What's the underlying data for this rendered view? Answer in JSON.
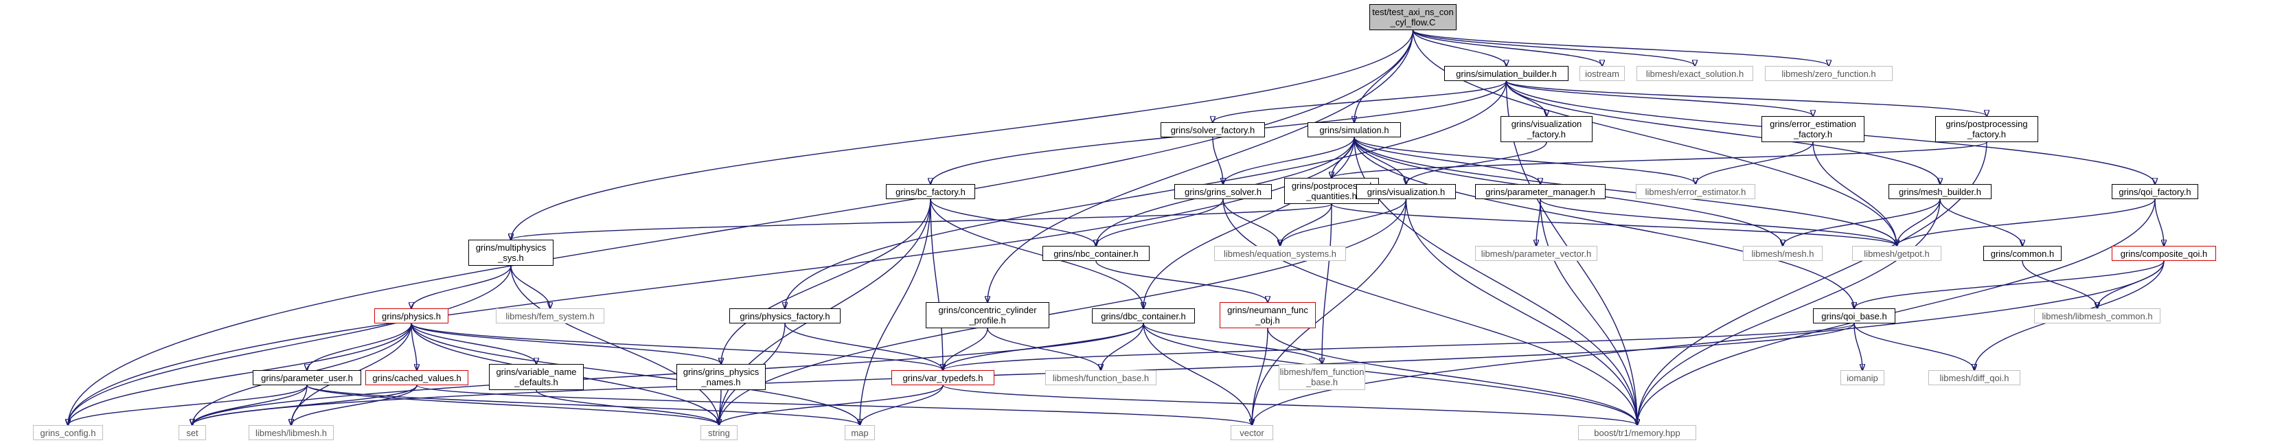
{
  "nodes": [
    {
      "id": "root",
      "label": "test/test_axi_ns_con\n_cyl_flow.C",
      "style": "root"
    },
    {
      "id": "simbuilder",
      "label": "grins/simulation_builder.h",
      "style": "black"
    },
    {
      "id": "iostream",
      "label": "iostream",
      "style": "grey"
    },
    {
      "id": "exact",
      "label": "libmesh/exact_solution.h",
      "style": "grey"
    },
    {
      "id": "zero",
      "label": "libmesh/zero_function.h",
      "style": "grey"
    },
    {
      "id": "solverfac",
      "label": "grins/solver_factory.h",
      "style": "black"
    },
    {
      "id": "simulation",
      "label": "grins/simulation.h",
      "style": "black"
    },
    {
      "id": "visfac",
      "label": "grins/visualization\n_factory.h",
      "style": "black"
    },
    {
      "id": "errest",
      "label": "grins/error_estimation\n_factory.h",
      "style": "black"
    },
    {
      "id": "postfac",
      "label": "grins/postprocessing\n_factory.h",
      "style": "black"
    },
    {
      "id": "bcfac",
      "label": "grins/bc_factory.h",
      "style": "black"
    },
    {
      "id": "grinssolver",
      "label": "grins/grins_solver.h",
      "style": "black"
    },
    {
      "id": "postq",
      "label": "grins/postprocessed\n_quantities.h",
      "style": "black"
    },
    {
      "id": "vis",
      "label": "grins/visualization.h",
      "style": "black"
    },
    {
      "id": "parammgr",
      "label": "grins/parameter_manager.h",
      "style": "black"
    },
    {
      "id": "liberr",
      "label": "libmesh/error_estimator.h",
      "style": "grey"
    },
    {
      "id": "meshbuilder",
      "label": "grins/mesh_builder.h",
      "style": "black"
    },
    {
      "id": "qoifac",
      "label": "grins/qoi_factory.h",
      "style": "black"
    },
    {
      "id": "multiphys",
      "label": "grins/multiphysics\n_sys.h",
      "style": "black"
    },
    {
      "id": "nbc",
      "label": "grins/nbc_container.h",
      "style": "black"
    },
    {
      "id": "equsys",
      "label": "libmesh/equation_systems.h",
      "style": "grey"
    },
    {
      "id": "parvec",
      "label": "libmesh/parameter_vector.h",
      "style": "grey"
    },
    {
      "id": "libmesh_mesh",
      "label": "libmesh/mesh.h",
      "style": "grey"
    },
    {
      "id": "getpot",
      "label": "libmesh/getpot.h",
      "style": "grey"
    },
    {
      "id": "common",
      "label": "grins/common.h",
      "style": "black"
    },
    {
      "id": "compqoi",
      "label": "grins/composite_qoi.h",
      "style": "red"
    },
    {
      "id": "femsys",
      "label": "libmesh/fem_system.h",
      "style": "grey"
    },
    {
      "id": "physics",
      "label": "grins/physics.h",
      "style": "red"
    },
    {
      "id": "physfac",
      "label": "grins/physics_factory.h",
      "style": "black"
    },
    {
      "id": "conccyl",
      "label": "grins/concentric_cylinder\n_profile.h",
      "style": "black"
    },
    {
      "id": "dbc",
      "label": "grins/dbc_container.h",
      "style": "black"
    },
    {
      "id": "neumann",
      "label": "grins/neumann_func\n_obj.h",
      "style": "red"
    },
    {
      "id": "libcommon",
      "label": "libmesh/libmesh_common.h",
      "style": "grey"
    },
    {
      "id": "qoibase",
      "label": "grins/qoi_base.h",
      "style": "black"
    },
    {
      "id": "varnames",
      "label": "grins/variable_name\n_defaults.h",
      "style": "black"
    },
    {
      "id": "physnames",
      "label": "grins/grins_physics\n_names.h",
      "style": "black"
    },
    {
      "id": "vartypedefs",
      "label": "grins/var_typedefs.h",
      "style": "red"
    },
    {
      "id": "funcbase",
      "label": "libmesh/function_base.h",
      "style": "grey"
    },
    {
      "id": "femfuncbase",
      "label": "libmesh/fem_function\n_base.h",
      "style": "grey"
    },
    {
      "id": "iomanip",
      "label": "iomanip",
      "style": "grey"
    },
    {
      "id": "diffqoi",
      "label": "libmesh/diff_qoi.h",
      "style": "grey"
    },
    {
      "id": "paramuser",
      "label": "grins/parameter_user.h",
      "style": "black"
    },
    {
      "id": "cached",
      "label": "grins/cached_values.h",
      "style": "red"
    },
    {
      "id": "grinsconfig",
      "label": "grins_config.h",
      "style": "grey"
    },
    {
      "id": "set",
      "label": "set",
      "style": "grey"
    },
    {
      "id": "libmeshh",
      "label": "libmesh/libmesh.h",
      "style": "grey"
    },
    {
      "id": "string",
      "label": "string",
      "style": "grey"
    },
    {
      "id": "map",
      "label": "map",
      "style": "grey"
    },
    {
      "id": "vector",
      "label": "vector",
      "style": "grey"
    },
    {
      "id": "memory",
      "label": "boost/tr1/memory.hpp",
      "style": "grey"
    }
  ],
  "edges": [
    [
      "root",
      "simbuilder"
    ],
    [
      "root",
      "iostream"
    ],
    [
      "root",
      "exact"
    ],
    [
      "root",
      "zero"
    ],
    [
      "root",
      "simulation"
    ],
    [
      "root",
      "multiphys"
    ],
    [
      "root",
      "conccyl"
    ],
    [
      "root",
      "grinsconfig"
    ],
    [
      "root",
      "getpot"
    ],
    [
      "simbuilder",
      "solverfac"
    ],
    [
      "simbuilder",
      "visfac"
    ],
    [
      "simbuilder",
      "errest"
    ],
    [
      "simbuilder",
      "postfac"
    ],
    [
      "simbuilder",
      "bcfac"
    ],
    [
      "simbuilder",
      "qoifac"
    ],
    [
      "simbuilder",
      "meshbuilder"
    ],
    [
      "simbuilder",
      "physfac"
    ],
    [
      "simbuilder",
      "memory"
    ],
    [
      "solverfac",
      "grinssolver"
    ],
    [
      "simulation",
      "grinssolver"
    ],
    [
      "simulation",
      "postq"
    ],
    [
      "simulation",
      "vis"
    ],
    [
      "simulation",
      "parammgr"
    ],
    [
      "simulation",
      "liberr"
    ],
    [
      "simulation",
      "getpot"
    ],
    [
      "simulation",
      "libmesh_mesh"
    ],
    [
      "simulation",
      "qoibase"
    ],
    [
      "simulation",
      "nbc"
    ],
    [
      "simulation",
      "dbc"
    ],
    [
      "simulation",
      "memory"
    ],
    [
      "simulation",
      "grinsconfig"
    ],
    [
      "visfac",
      "vis"
    ],
    [
      "errest",
      "liberr"
    ],
    [
      "errest",
      "getpot"
    ],
    [
      "postfac",
      "postq"
    ],
    [
      "postfac",
      "memory"
    ],
    [
      "bcfac",
      "nbc"
    ],
    [
      "bcfac",
      "dbc"
    ],
    [
      "bcfac",
      "vartypedefs"
    ],
    [
      "bcfac",
      "physnames"
    ],
    [
      "bcfac",
      "string"
    ],
    [
      "bcfac",
      "map"
    ],
    [
      "grinssolver",
      "nbc"
    ],
    [
      "grinssolver",
      "equsys"
    ],
    [
      "grinssolver",
      "memory"
    ],
    [
      "postq",
      "equsys"
    ],
    [
      "postq",
      "femfuncbase"
    ],
    [
      "postq",
      "multiphys"
    ],
    [
      "postq",
      "getpot"
    ],
    [
      "vis",
      "equsys"
    ],
    [
      "vis",
      "memory"
    ],
    [
      "vis",
      "string"
    ],
    [
      "vis",
      "vector"
    ],
    [
      "parammgr",
      "parvec"
    ],
    [
      "parammgr",
      "getpot"
    ],
    [
      "parammgr",
      "memory"
    ],
    [
      "meshbuilder",
      "libmesh_mesh"
    ],
    [
      "meshbuilder",
      "getpot"
    ],
    [
      "meshbuilder",
      "common"
    ],
    [
      "meshbuilder",
      "memory"
    ],
    [
      "qoifac",
      "getpot"
    ],
    [
      "qoifac",
      "compqoi"
    ],
    [
      "qoifac",
      "memory"
    ],
    [
      "multiphys",
      "physics"
    ],
    [
      "multiphys",
      "femsys"
    ],
    [
      "multiphys",
      "grinsconfig"
    ],
    [
      "multiphys",
      "string"
    ],
    [
      "nbc",
      "neumann"
    ],
    [
      "common",
      "libcommon"
    ],
    [
      "compqoi",
      "qoibase"
    ],
    [
      "compqoi",
      "diffqoi"
    ],
    [
      "compqoi",
      "libcommon"
    ],
    [
      "compqoi",
      "vector"
    ],
    [
      "physics",
      "paramuser"
    ],
    [
      "physics",
      "cached"
    ],
    [
      "physics",
      "varnames"
    ],
    [
      "physics",
      "physnames"
    ],
    [
      "physics",
      "vartypedefs"
    ],
    [
      "physics",
      "grinsconfig"
    ],
    [
      "physics",
      "set"
    ],
    [
      "physics",
      "libmeshh"
    ],
    [
      "physics",
      "string"
    ],
    [
      "physics",
      "map"
    ],
    [
      "physfac",
      "vartypedefs"
    ],
    [
      "physfac",
      "string"
    ],
    [
      "conccyl",
      "funcbase"
    ],
    [
      "conccyl",
      "vartypedefs"
    ],
    [
      "dbc",
      "vartypedefs"
    ],
    [
      "dbc",
      "funcbase"
    ],
    [
      "dbc",
      "femfuncbase"
    ],
    [
      "dbc",
      "vector"
    ],
    [
      "dbc",
      "memory"
    ],
    [
      "dbc",
      "set"
    ],
    [
      "neumann",
      "vector"
    ],
    [
      "neumann",
      "memory"
    ],
    [
      "qoibase",
      "iomanip"
    ],
    [
      "qoibase",
      "diffqoi"
    ],
    [
      "qoibase",
      "vartypedefs"
    ],
    [
      "qoibase",
      "set"
    ],
    [
      "varnames",
      "string"
    ],
    [
      "physnames",
      "string"
    ],
    [
      "vartypedefs",
      "string"
    ],
    [
      "vartypedefs",
      "map"
    ],
    [
      "vartypedefs",
      "memory"
    ],
    [
      "paramuser",
      "grinsconfig"
    ],
    [
      "paramuser",
      "set"
    ],
    [
      "paramuser",
      "libmeshh"
    ],
    [
      "paramuser",
      "string"
    ],
    [
      "paramuser",
      "map"
    ],
    [
      "cached",
      "set"
    ],
    [
      "cached",
      "libmeshh"
    ],
    [
      "cached",
      "vector"
    ]
  ]
}
